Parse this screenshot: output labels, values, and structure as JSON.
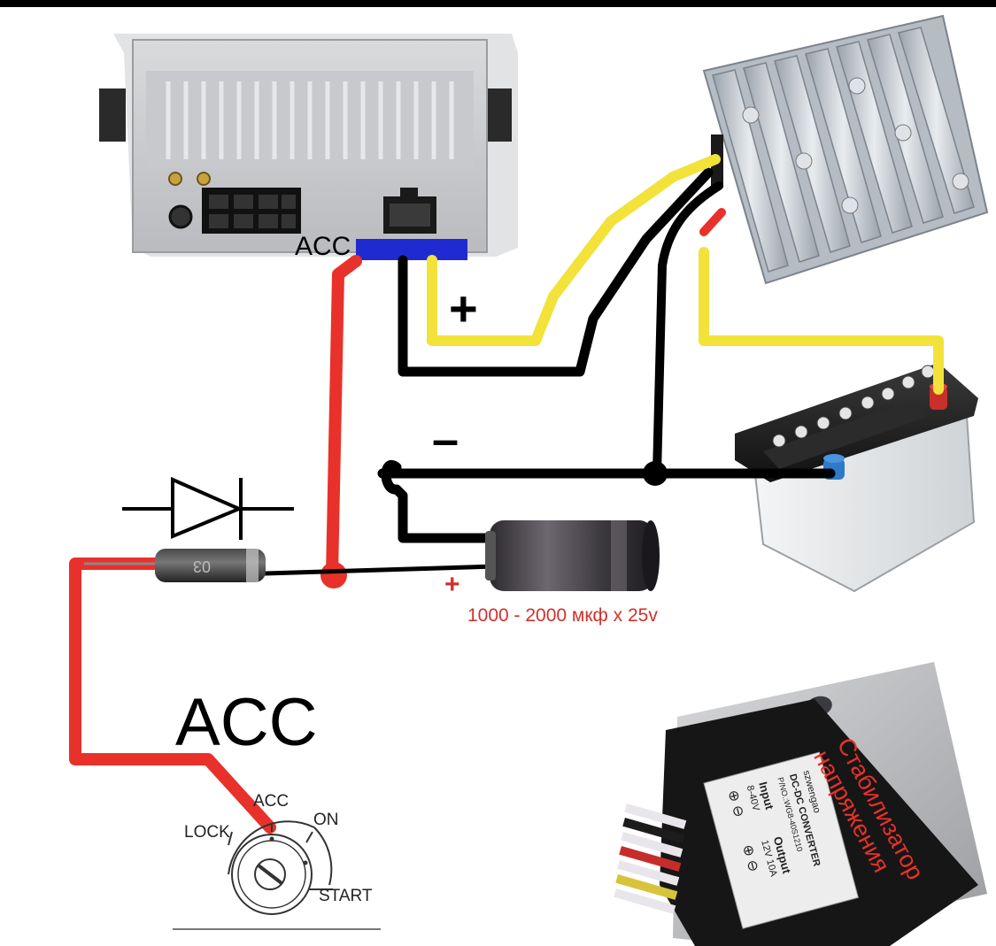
{
  "labels": {
    "acc_head_unit": "ACC",
    "acc_big": "ACC",
    "plus_sign": "+",
    "minus_sign": "–",
    "cap_plus": "+",
    "capacitor_spec": "1000 - 2000 мкф x 25v",
    "stabilizer_label_line1": "Стабилизатор",
    "stabilizer_label_line2": "напряжения",
    "diode_marking": "03"
  },
  "ignition_switch": {
    "lock": "LOCK",
    "acc": "ACC",
    "on": "ON",
    "start": "START"
  },
  "converter_label": {
    "brand": "szwengao",
    "title": "DC-DC CONVERTER",
    "part_no": "P/NO.:WG8-40S1210",
    "input": "Input",
    "input_range": "8-40V",
    "output": "Output",
    "output_spec": "12V 10A"
  },
  "colors": {
    "wire_red": "#e8312a",
    "wire_black": "#000000",
    "wire_yellow": "#f2e23a",
    "acc_connector": "#1f2bd0",
    "capacitor_text": "#d0312d"
  }
}
